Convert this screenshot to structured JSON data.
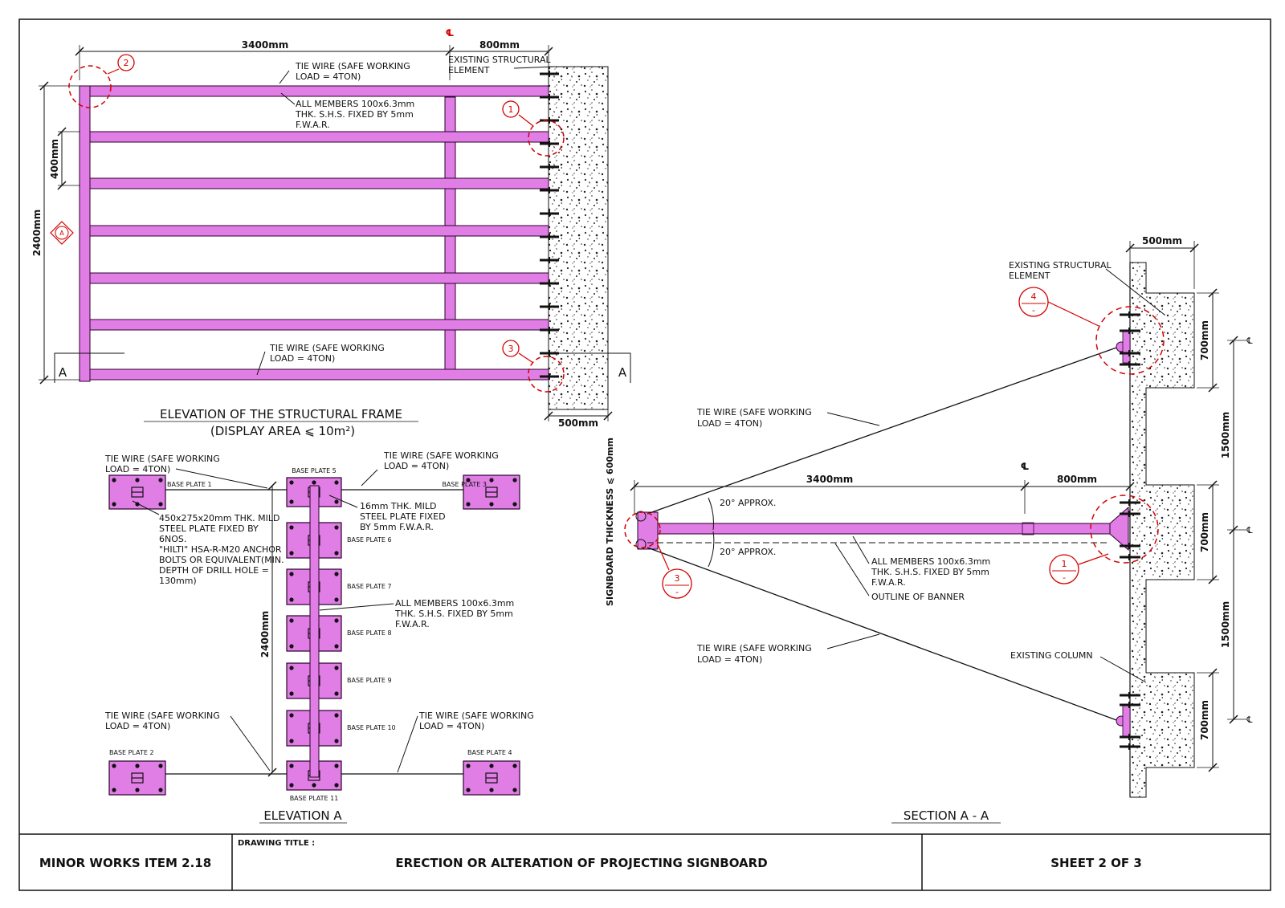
{
  "colors": {
    "member_fill": "#e07ee6",
    "member_stroke": "#2a002a",
    "callout_red": "#d40000",
    "line": "#111111",
    "concrete_dot": "#222222"
  },
  "elevation_frame": {
    "title": "ELEVATION OF THE STRUCTURAL FRAME",
    "subtitle": "(DISPLAY AREA ⩽ 10m²)",
    "dim_width": "3400mm",
    "dim_offset": "800mm",
    "dim_height": "2400mm",
    "dim_spacing": "400mm",
    "dim_wall": "500mm",
    "centre_line_symbol": "℄",
    "section_mark": "A",
    "section_ref": "A",
    "tie_wire_top": [
      "TIE WIRE (SAFE WORKING",
      "LOAD = 4TON)"
    ],
    "tie_wire_bottom": [
      "TIE WIRE (SAFE WORKING",
      "LOAD = 4TON)"
    ],
    "members_note": [
      "ALL MEMBERS 100x6.3mm",
      "THK. S.H.S. FIXED BY 5mm",
      "F.W.A.R."
    ],
    "existing_element": [
      "EXISTING STRUCTURAL",
      "ELEMENT"
    ],
    "callouts": [
      "2",
      "1",
      "3"
    ]
  },
  "elevation_a": {
    "title": "ELEVATION A",
    "dim_height": "2400mm",
    "tie_wire_tl": [
      "TIE WIRE (SAFE WORKING",
      "LOAD = 4TON)"
    ],
    "tie_wire_tr": [
      "TIE WIRE (SAFE WORKING",
      "LOAD = 4TON)"
    ],
    "tie_wire_bl": [
      "TIE WIRE (SAFE WORKING",
      "LOAD = 4TON)"
    ],
    "tie_wire_br": [
      "TIE WIRE (SAFE WORKING",
      "LOAD = 4TON)"
    ],
    "plate_note": [
      "450x275x20mm THK. MILD",
      "STEEL PLATE FIXED BY",
      "6NOS.",
      "\"HILTI\" HSA-R-M20 ANCHOR",
      "BOLTS OR EQUIVALENT(MIN.",
      "DEPTH OF DRILL HOLE =",
      "130mm)"
    ],
    "mild_plate_note": [
      "16mm THK. MILD",
      "STEEL PLATE FIXED",
      "BY 5mm F.W.A.R."
    ],
    "members_note": [
      "ALL MEMBERS 100x6.3mm",
      "THK. S.H.S. FIXED BY 5mm",
      "F.W.A.R."
    ],
    "base_plates": [
      "BASE PLATE 1",
      "BASE PLATE 2",
      "BASE PLATE 3",
      "BASE PLATE 4",
      "BASE PLATE 5",
      "BASE PLATE 6",
      "BASE PLATE 7",
      "BASE PLATE 8",
      "BASE PLATE 9",
      "BASE PLATE 10",
      "BASE PLATE 11"
    ]
  },
  "section_aa": {
    "title": "SECTION A - A",
    "dim_wall": "500mm",
    "dim_700": "700mm",
    "dim_1500": "1500mm",
    "dim_width": "3400mm",
    "dim_offset": "800mm",
    "angle": "20° APPROX.",
    "thickness": "SIGNBOARD THICKNESS ⩽ 600mm",
    "centre_line_symbol": "℄",
    "existing_element": [
      "EXISTING STRUCTURAL",
      "ELEMENT"
    ],
    "existing_column": "EXISTING COLUMN",
    "tie_wire_top": [
      "TIE WIRE (SAFE WORKING",
      "LOAD = 4TON)"
    ],
    "tie_wire_bottom": [
      "TIE WIRE (SAFE WORKING",
      "LOAD = 4TON)"
    ],
    "members_note": [
      "ALL MEMBERS 100x6.3mm",
      "THK. S.H.S. FIXED BY 5mm",
      "F.W.A.R."
    ],
    "banner_note": "OUTLINE OF BANNER",
    "callouts": [
      "4",
      "1",
      "3"
    ],
    "callout_sub": "-"
  },
  "title_block": {
    "item": "MINOR WORKS ITEM 2.18",
    "drawing_title_label": "DRAWING TITLE :",
    "drawing_title": "ERECTION OR ALTERATION OF PROJECTING SIGNBOARD",
    "sheet": "SHEET 2 OF 3"
  }
}
